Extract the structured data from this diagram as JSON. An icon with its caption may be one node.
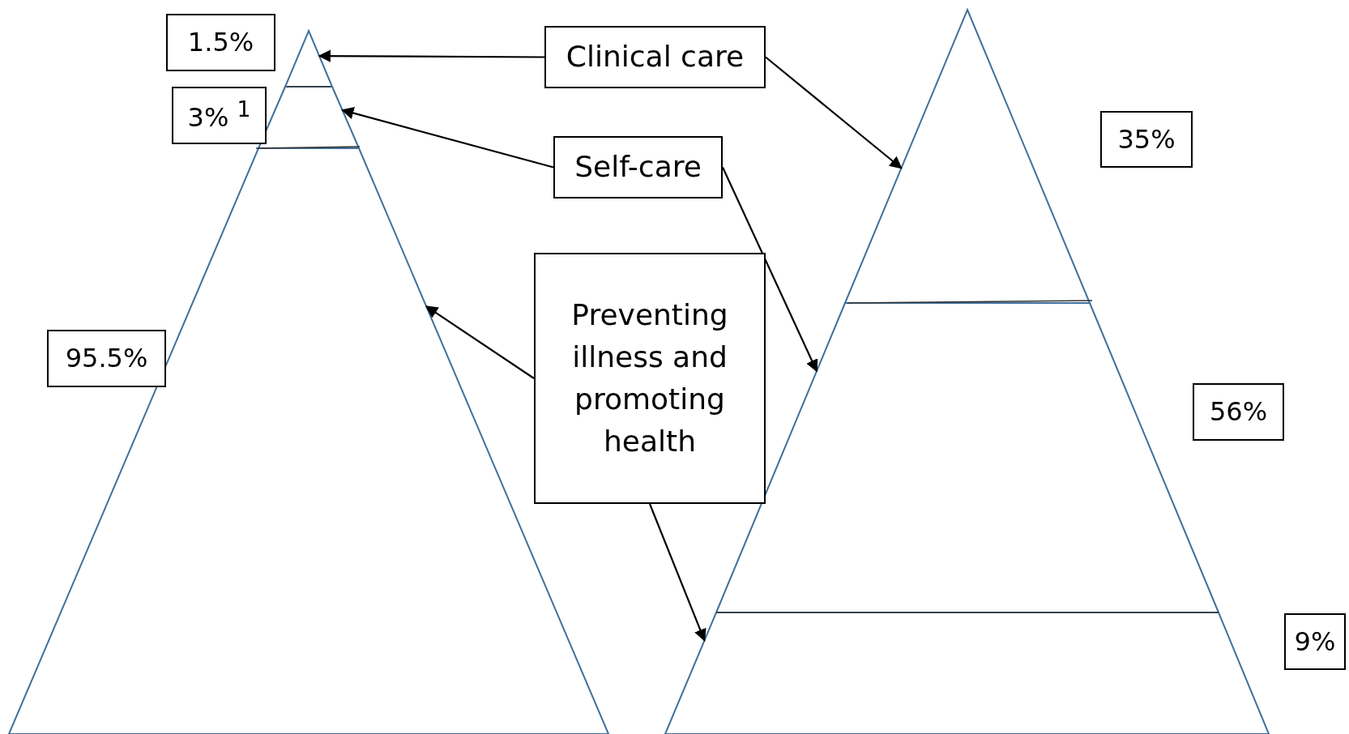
{
  "diagram": {
    "nodes": [
      {
        "text": [
          "1.5%"
        ]
      },
      {
        "text": [
          "Clinical care"
        ]
      },
      {
        "text": [
          "35%"
        ]
      },
      {
        "text": [
          "3% $^{1}$"
        ]
      },
      {
        "text": [
          "Self-care"
        ]
      },
      {
        "text": [
          "Preventing illness and promoting health"
        ]
      },
      {
        "text": [
          "95.5%"
        ]
      },
      {
        "text": [
          "56%"
        ]
      },
      {
        "text": [
          "9%"
        ]
      },
      {
        "text": [],
        "shape": "triangle"
      },
      {
        "text": [],
        "shape": "band"
      },
      {
        "text": [],
        "shape": "band"
      },
      {
        "text": [],
        "shape": "triangle"
      },
      {
        "text": [],
        "shape": "band"
      },
      {
        "text": [],
        "shape": "band"
      }
    ],
    "edges": [
      {
        "from": 1,
        "to": 9,
        "arrow": "to"
      },
      {
        "from": 1,
        "to": 12,
        "arrow": "to"
      },
      {
        "from": 4,
        "to": 10,
        "arrow": "to"
      },
      {
        "from": 4,
        "to": 13,
        "arrow": "to"
      },
      {
        "from": 5,
        "to": 11,
        "arrow": "to"
      },
      {
        "from": 5,
        "to": 14,
        "arrow": "to"
      }
    ]
  }
}
